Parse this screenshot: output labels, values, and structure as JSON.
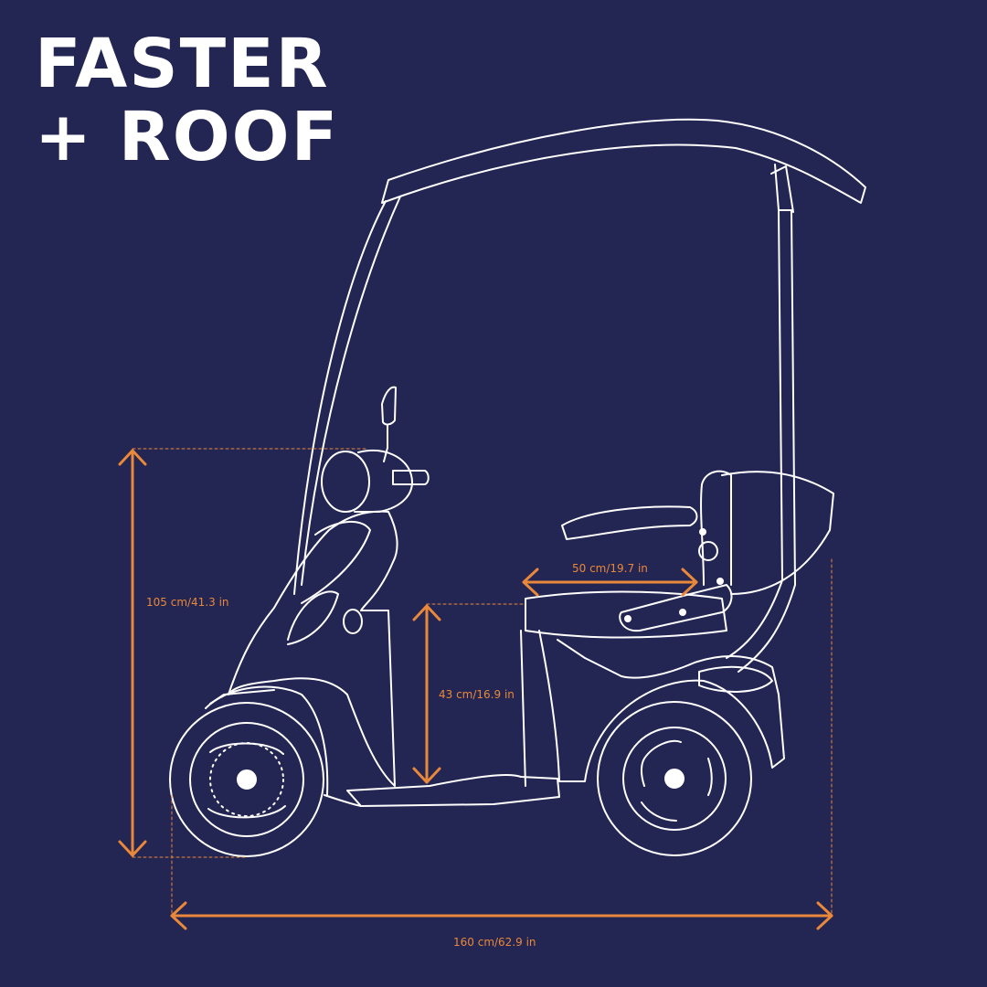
{
  "title": {
    "line1": "FASTER",
    "line2": "+ ROOF"
  },
  "dimensions": {
    "height_total": "105 cm/41.3 in",
    "seat_height": "43 cm/16.9 in",
    "seat_width": "50 cm/19.7 in",
    "length": "160 cm/62.9 in"
  },
  "colors": {
    "background": "#232553",
    "line_art": "#ffffff",
    "dimension": "#e9883a",
    "title": "#ffffff"
  }
}
